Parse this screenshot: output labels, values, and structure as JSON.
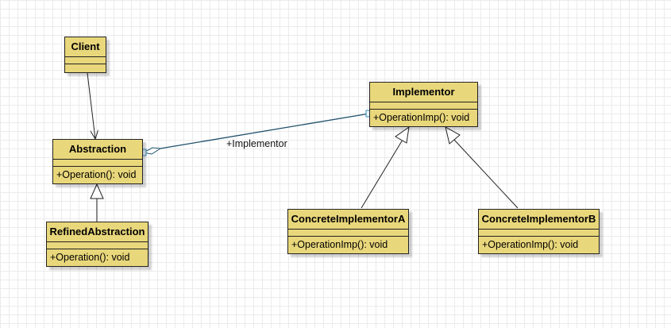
{
  "diagram": {
    "classes": {
      "client": {
        "name": "Client"
      },
      "abstraction": {
        "name": "Abstraction",
        "operation": "+Operation(): void"
      },
      "refined_abstraction": {
        "name": "RefinedAbstraction",
        "operation": "+Operation(): void"
      },
      "implementor": {
        "name": "Implementor",
        "operation": "+OperationImp(): void"
      },
      "concrete_a": {
        "name": "ConcreteImplementorA",
        "operation": "+OperationImp(): void"
      },
      "concrete_b": {
        "name": "ConcreteImplementorB",
        "operation": "+OperationImp(): void"
      }
    },
    "association_label": "+Implementor"
  },
  "colors": {
    "class_fill": "#e9d77b",
    "border": "#222222",
    "association_line": "#1f4f6b",
    "handle": "#3a8fb7"
  }
}
